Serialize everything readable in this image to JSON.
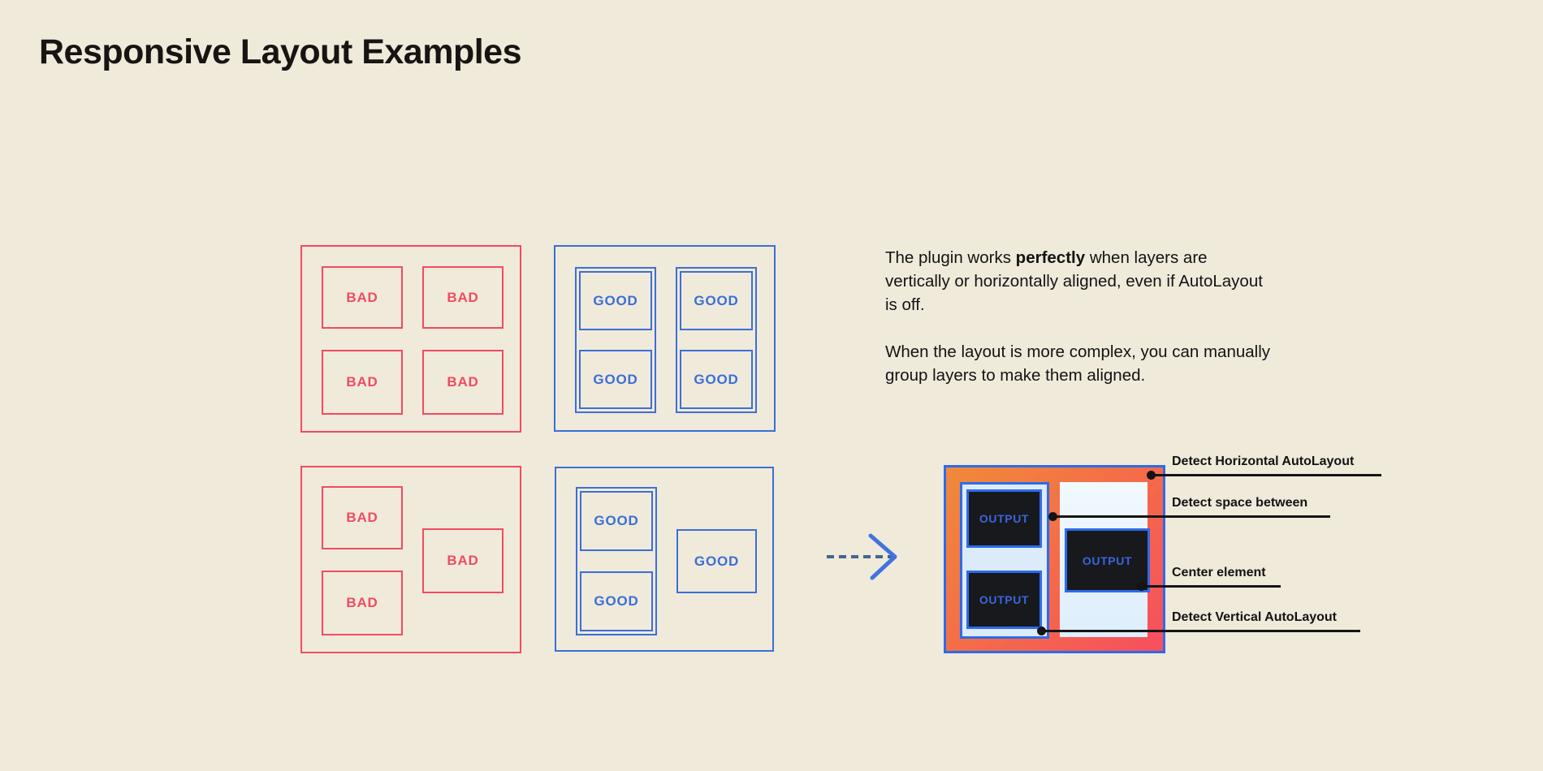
{
  "title": "Responsive Layout Examples",
  "labels": {
    "bad": "BAD",
    "good": "GOOD",
    "output": "OUTPUT"
  },
  "description": {
    "p1_before": "The plugin works ",
    "p1_bold": "perfectly",
    "p1_after": " when layers are vertically or horizontally aligned, even if AutoLayout is off.",
    "p2": "When the layout is more complex, you can manually group layers to make them aligned."
  },
  "annotations": {
    "items": [
      {
        "label": "Detect Horizontal AutoLayout"
      },
      {
        "label": "Detect space between"
      },
      {
        "label": "Center element"
      },
      {
        "label": "Detect Vertical AutoLayout"
      }
    ]
  },
  "icons": {
    "arrow": "dashed-arrow-right"
  },
  "colors": {
    "background": "#F0EADB",
    "bad_red": "#F14B60",
    "good_blue": "#3B6FD7",
    "frame_blue": "#2D6BEA",
    "frame_gradient_start": "#F08A3A",
    "frame_gradient_end": "#F74E60",
    "panel_light_blue": "#DCEBFA",
    "output_dark": "#17191D",
    "output_text_blue": "#3D64DB",
    "annotation_black": "#141414",
    "arrow_dash": "#3E6890",
    "arrow_chevron": "#4372E0"
  }
}
